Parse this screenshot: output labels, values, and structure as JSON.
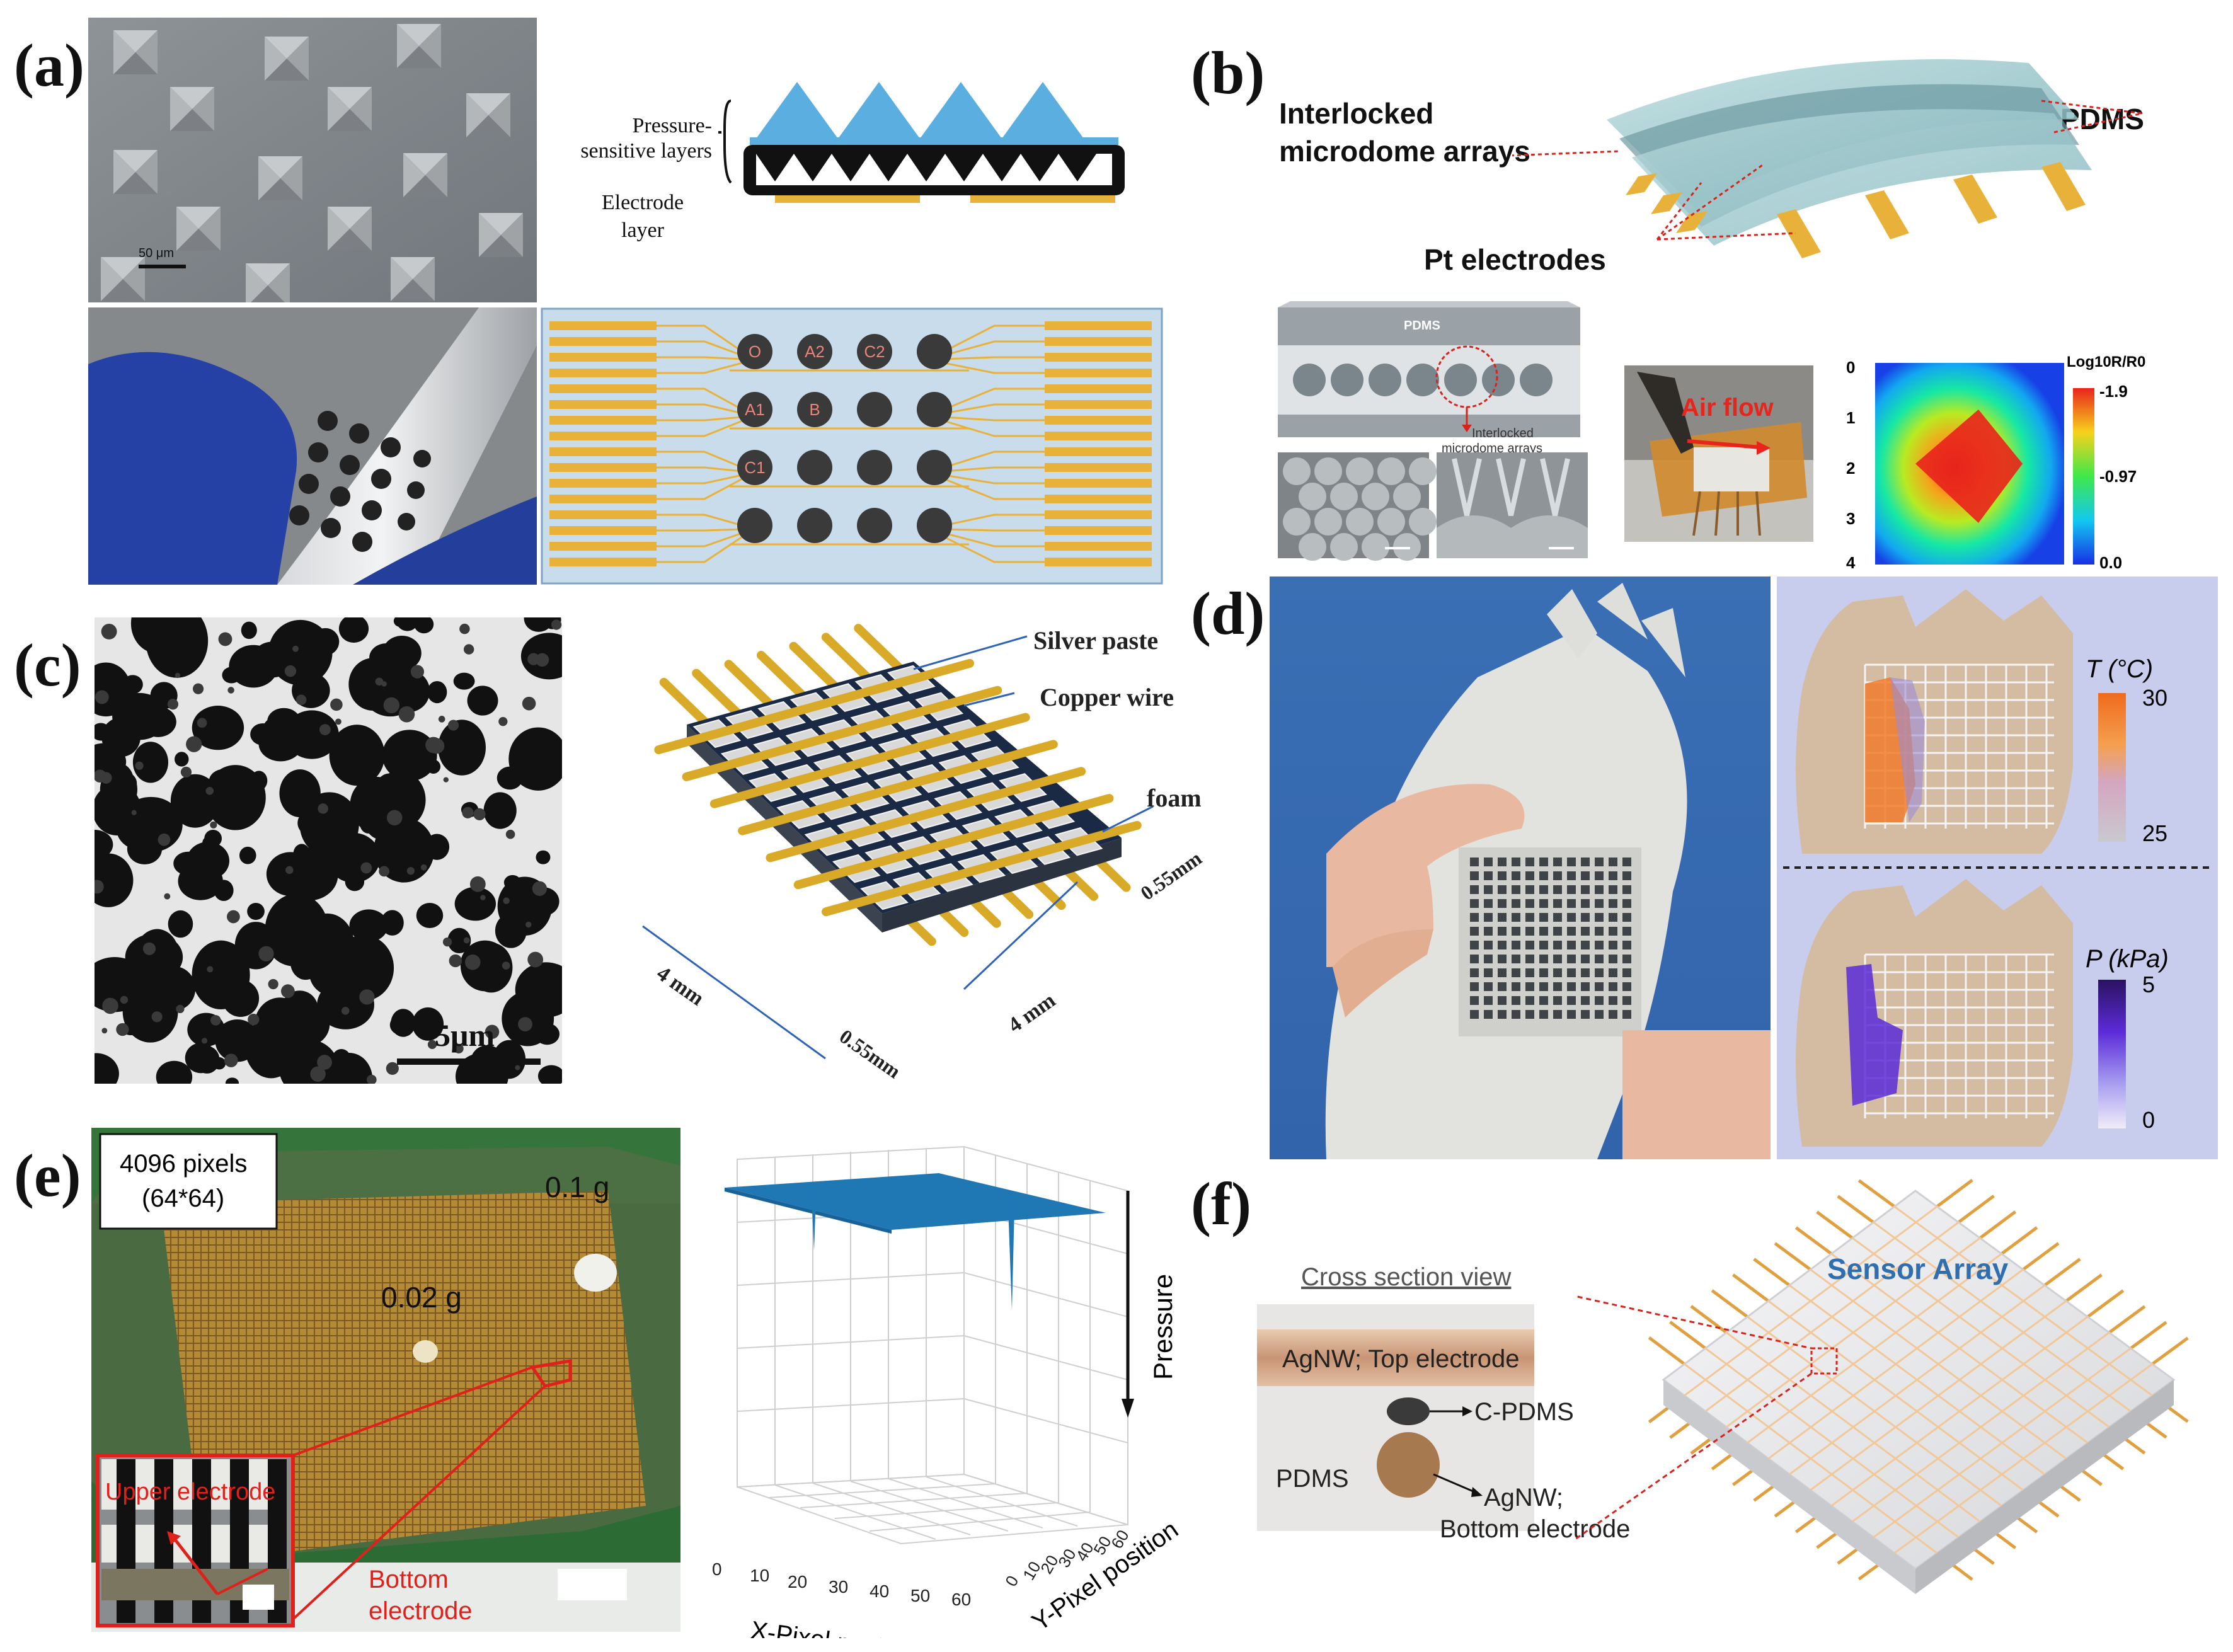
{
  "panels": {
    "a": {
      "letter": "(a)",
      "scale_bar": "50 μm",
      "pressure_label_line1": "Pressure-",
      "pressure_label_line2": "sensitive layers",
      "electrode_label_line1": "Electrode",
      "electrode_label_line2": "layer",
      "grid_labels": [
        [
          "O",
          "A2",
          "C2",
          ""
        ],
        [
          "A1",
          "B",
          "",
          ""
        ],
        [
          "C1",
          "",
          "",
          ""
        ],
        [
          "",
          "",
          "",
          ""
        ]
      ]
    },
    "b": {
      "letter": "(b)",
      "interlocked_line1": "Interlocked",
      "interlocked_line2": "microdome arrays",
      "pdms": "PDMS",
      "pt_electrodes": "Pt electrodes",
      "inset_pdms": "PDMS",
      "inset_interlocked_line1": "Interlocked",
      "inset_interlocked_line2": "microdome arrays",
      "air_flow": "Air flow",
      "heatmap_title": "Log10R/R0",
      "heatmap_ticks": [
        "-1.9",
        "-0.97",
        "0.0"
      ],
      "heatmap_y_ticks": [
        "0",
        "1",
        "2",
        "3",
        "4"
      ]
    },
    "c": {
      "letter": "(c)",
      "scale_bar": "5μm",
      "silver_paste": "Silver paste",
      "copper_wire": "Copper wire",
      "foam": "foam",
      "dim_4mm_left": "4 mm",
      "dim_4mm_right": "4 mm",
      "dim_055_top": "0.55mm",
      "dim_055_bottom": "0.55mm"
    },
    "d": {
      "letter": "(d)",
      "t_label": "T (°C)",
      "t_ticks": [
        "30",
        "25"
      ],
      "p_label": "P (kPa)",
      "p_ticks": [
        "5",
        "0"
      ]
    },
    "e": {
      "letter": "(e)",
      "pixels_line1": "4096 pixels",
      "pixels_line2": "(64*64)",
      "weight_1": "0.1 g",
      "weight_2": "0.02 g",
      "upper_electrode": "Upper electrode",
      "bottom_electrode_line1": "Bottom",
      "bottom_electrode_line2": "electrode",
      "plot_x_label": "X-Pixel position",
      "plot_y_label": "Y-Pixel position",
      "plot_z_label": "Pressure",
      "plot_x_ticks": [
        "0",
        "10",
        "20",
        "30",
        "40",
        "50",
        "60"
      ],
      "plot_y_ticks": [
        "0",
        "10",
        "20",
        "30",
        "40",
        "50",
        "60"
      ]
    },
    "f": {
      "letter": "(f)",
      "cross_section": "Cross section view",
      "agnw_top": "AgNW; Top electrode",
      "c_pdms": "C-PDMS",
      "pdms": "PDMS",
      "agnw_bottom_line1": "AgNW;",
      "agnw_bottom_line2": "Bottom electrode",
      "sensor_array": "Sensor Array"
    }
  },
  "colors": {
    "pyramid_blue": "#5aaee0",
    "electrode_gold": "#e8b23a",
    "layout_bg": "#c9dcec",
    "pdms_teal": "#9fc9cf",
    "heat_red": "#e8241c",
    "plot_blue": "#1f77b4",
    "title_blue": "#2f6fb0",
    "annot_red": "#d8231c"
  }
}
